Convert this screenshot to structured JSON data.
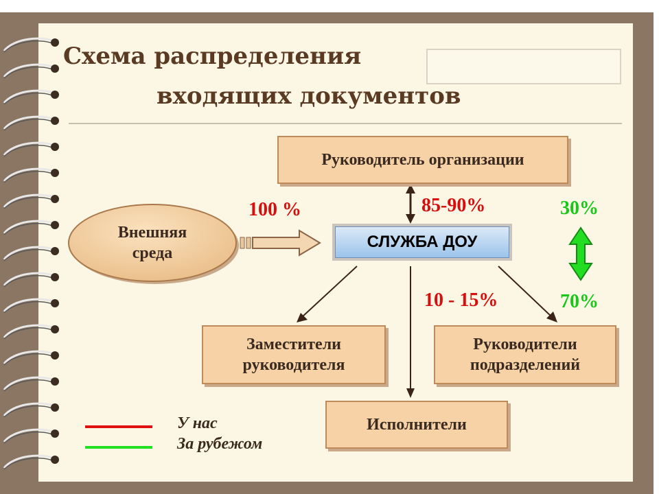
{
  "title": {
    "line1": "Схема распределения",
    "line2": "входящих документов"
  },
  "nodes": {
    "head": "Руководитель организации",
    "external_l1": "Внешняя",
    "external_l2": "среда",
    "service": "СЛУЖБА ДОУ",
    "deputies_l1": "Заместители",
    "deputies_l2": "руководителя",
    "dept_heads_l1": "Руководители",
    "dept_heads_l2": "подразделений",
    "executors": "Исполнители"
  },
  "labels": {
    "inflow": "100 %",
    "to_head": "85-90%",
    "to_others": "10 - 15%",
    "abroad_top": "30%",
    "abroad_bottom": "70%"
  },
  "legend": {
    "ours": "У нас",
    "abroad": "За рубежом",
    "ours_color": "#e01010",
    "abroad_color": "#22e022"
  },
  "colors": {
    "paper": "#fbf7e4",
    "board": "#8b7563",
    "box_fill": "#f6d2a6"
  },
  "icons": {
    "binding": "spiral-binding-rings",
    "inflow_arrow": "right-arrow",
    "double_arrow": "up-down-arrow",
    "green_arrow": "up-down-arrow-green"
  }
}
